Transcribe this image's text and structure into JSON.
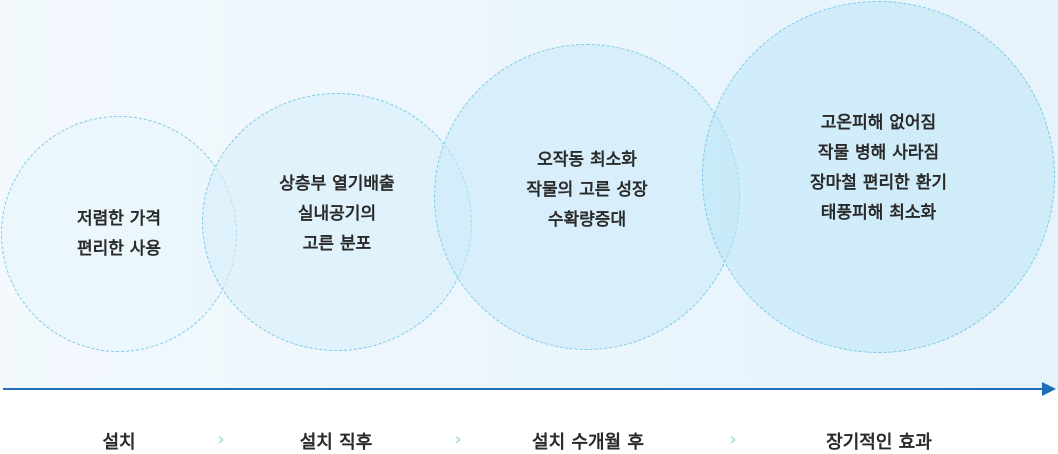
{
  "circles": [
    {
      "lines": [
        "저렴한 가격",
        "편리한 사용"
      ]
    },
    {
      "lines": [
        "상층부 열기배출",
        "실내공기의",
        "고른 분포"
      ]
    },
    {
      "lines": [
        "오작동 최소화",
        "작물의 고른 성장",
        "수확량증대"
      ]
    },
    {
      "lines": [
        "고온피해 없어짐",
        "작물 병해 사라짐",
        "장마철 편리한 환기",
        "태풍피해 최소화"
      ]
    }
  ],
  "stages": [
    "설치",
    "설치 직후",
    "설치 수개월 후",
    "장기적인 효과"
  ],
  "separator": "›",
  "colors": {
    "axis": "#1e6fb8",
    "circle_border": "#7ccbe6"
  }
}
